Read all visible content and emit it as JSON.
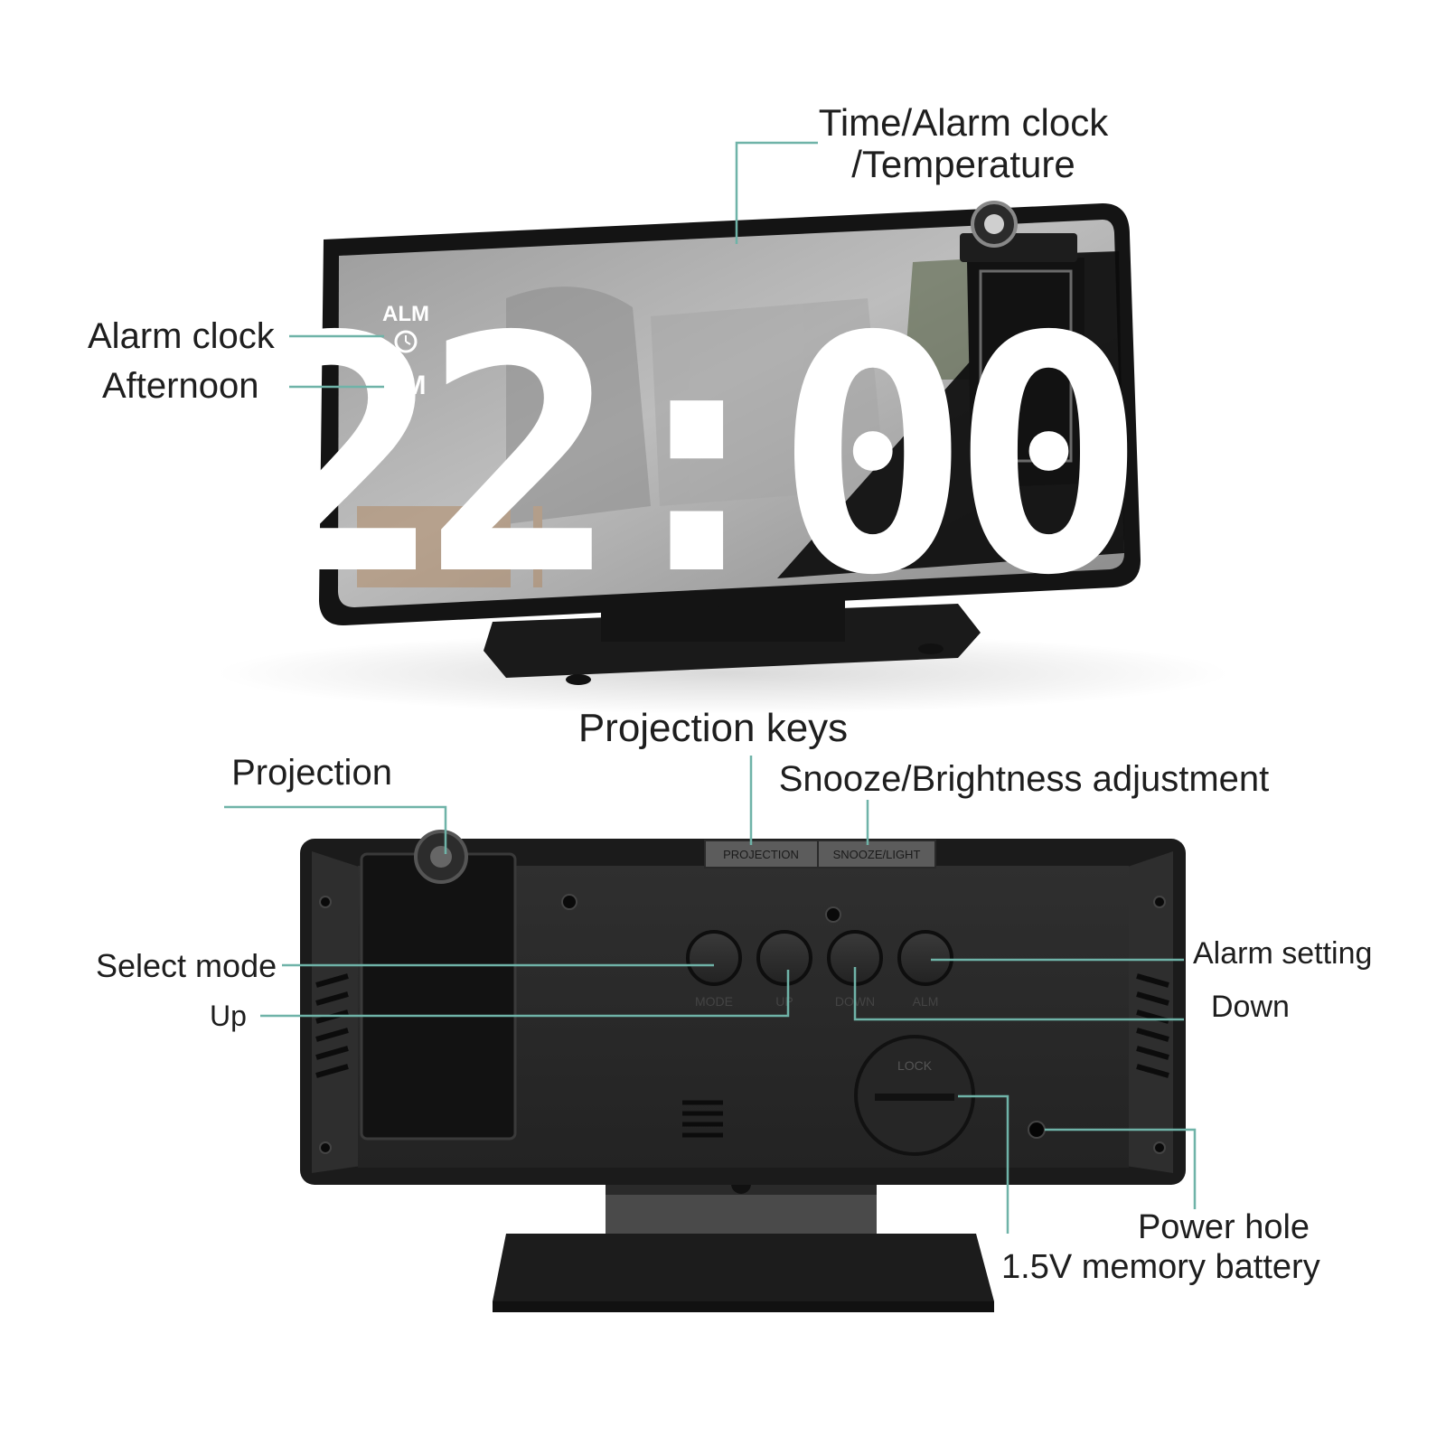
{
  "front": {
    "display": {
      "time": "22:00",
      "alm": "ALM",
      "pm": "PM"
    },
    "callouts": {
      "time_alarm_temp_line1": "Time/Alarm clock",
      "time_alarm_temp_line2": "/Temperature",
      "alarm_clock": "Alarm clock",
      "afternoon": "Afternoon"
    }
  },
  "back": {
    "top_keys": {
      "projection": "PROJECTION",
      "snooze_light": "SNOOZE/LIGHT"
    },
    "buttons": [
      "MODE",
      "UP",
      "DOWN",
      "ALM"
    ],
    "battery_cover": "LOCK",
    "callouts": {
      "projection_keys": "Projection keys",
      "projection": "Projection",
      "snooze_brightness": "Snooze/Brightness adjustment",
      "select_mode": "Select mode",
      "up": "Up",
      "alarm_setting": "Alarm setting",
      "down": "Down",
      "power_hole": "Power hole",
      "memory_battery": "1.5V memory battery"
    }
  },
  "colors": {
    "leader": "#6fb3a8",
    "body": "#1b1b1b",
    "panel": "#2a2a2a",
    "text": "#1e1e1e"
  }
}
